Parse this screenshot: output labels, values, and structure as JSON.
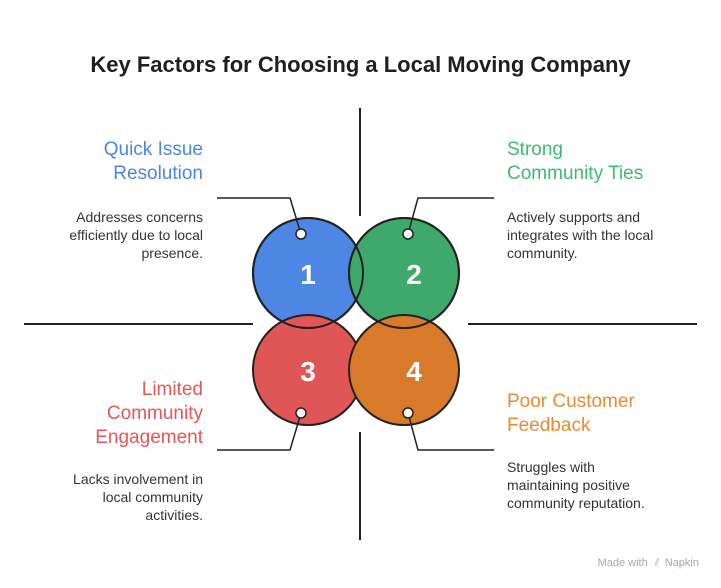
{
  "title": "Key Factors for Choosing a Local Moving Company",
  "factors": [
    {
      "number": "1",
      "heading": [
        "Quick Issue",
        "Resolution"
      ],
      "description": [
        "Addresses concerns",
        "efficiently due to local",
        "presence."
      ],
      "color": "#4e86e4",
      "text_color": "#4a86e8"
    },
    {
      "number": "2",
      "heading": [
        "Strong",
        "Community Ties"
      ],
      "description": [
        "Actively supports and",
        "integrates with the local",
        "community."
      ],
      "color": "#3fa86b",
      "text_color": "#3cbb74"
    },
    {
      "number": "3",
      "heading": [
        "Limited",
        "Community",
        "Engagement"
      ],
      "description": [
        "Lacks involvement in",
        "local community",
        "activities."
      ],
      "color": "#e05657",
      "text_color": "#e85656"
    },
    {
      "number": "4",
      "heading": [
        "Poor Customer",
        "Feedback"
      ],
      "description": [
        "Struggles with",
        "maintaining positive",
        "community reputation."
      ],
      "color": "#d97a2a",
      "text_color": "#ee8a2e"
    }
  ],
  "watermark": {
    "prefix": "Made with",
    "logo_icon": "napkin-logo-icon",
    "brand": "Napkin"
  }
}
